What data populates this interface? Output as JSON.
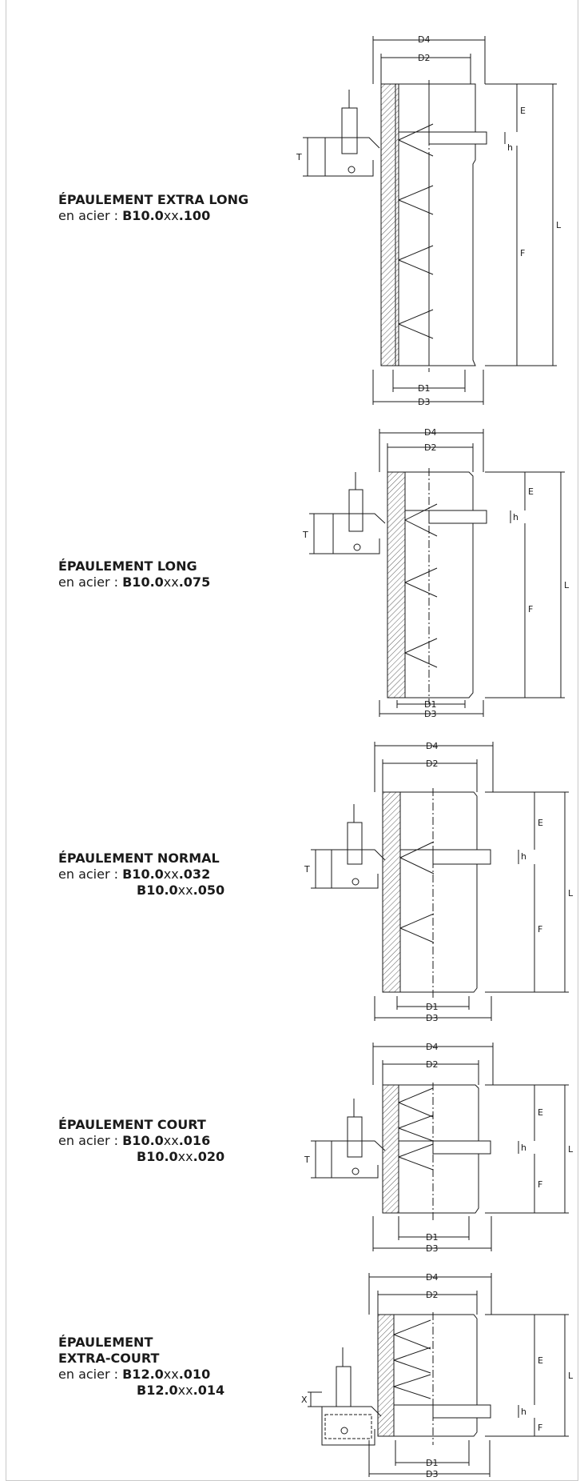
{
  "labels": {
    "d1": "D1",
    "d2": "D2",
    "d3": "D3",
    "d4": "D4",
    "e": "E",
    "f": "F",
    "l": "L",
    "h": "h",
    "t": "T",
    "x": "X"
  },
  "sections": [
    {
      "title_lines": [
        "ÉPAULEMENT EXTRA LONG"
      ],
      "material": "en acier :",
      "codes": [
        {
          "prefix": "B10.0",
          "xx": "xx",
          "suffix": ".100"
        }
      ]
    },
    {
      "title_lines": [
        "ÉPAULEMENT LONG"
      ],
      "material": "en acier :",
      "codes": [
        {
          "prefix": "B10.0",
          "xx": "xx",
          "suffix": ".075"
        }
      ]
    },
    {
      "title_lines": [
        "ÉPAULEMENT NORMAL"
      ],
      "material": "en acier :",
      "codes": [
        {
          "prefix": "B10.0",
          "xx": "xx",
          "suffix": ".032"
        },
        {
          "prefix": "B10.0",
          "xx": "xx",
          "suffix": ".050"
        }
      ]
    },
    {
      "title_lines": [
        "ÉPAULEMENT COURT"
      ],
      "material": "en acier :",
      "codes": [
        {
          "prefix": "B10.0",
          "xx": "xx",
          "suffix": ".016"
        },
        {
          "prefix": "B10.0",
          "xx": "xx",
          "suffix": ".020"
        }
      ]
    },
    {
      "title_lines": [
        "ÉPAULEMENT",
        "EXTRA-COURT"
      ],
      "material": "en acier :",
      "codes": [
        {
          "prefix": "B12.0",
          "xx": "xx",
          "suffix": ".010"
        },
        {
          "prefix": "B12.0",
          "xx": "xx",
          "suffix": ".014"
        }
      ]
    }
  ]
}
